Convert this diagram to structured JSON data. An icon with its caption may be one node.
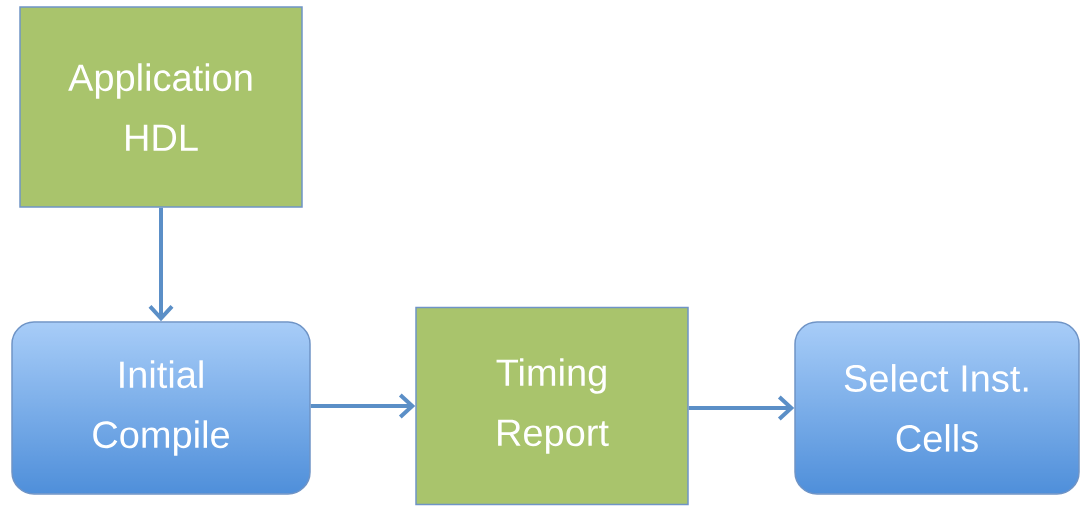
{
  "diagram": {
    "nodes": [
      {
        "text": [
          "Application HDL"
        ]
      },
      {
        "text": [
          "Initial Compile"
        ]
      },
      {
        "text": [
          "Timing Report"
        ]
      },
      {
        "text": [
          "Select Inst. Cells"
        ]
      }
    ],
    "edges": [
      {
        "from": 0,
        "to": 1,
        "arrow": "to"
      },
      {
        "from": 1,
        "to": 2,
        "arrow": "to"
      },
      {
        "from": 2,
        "to": 3,
        "arrow": "to"
      }
    ]
  }
}
